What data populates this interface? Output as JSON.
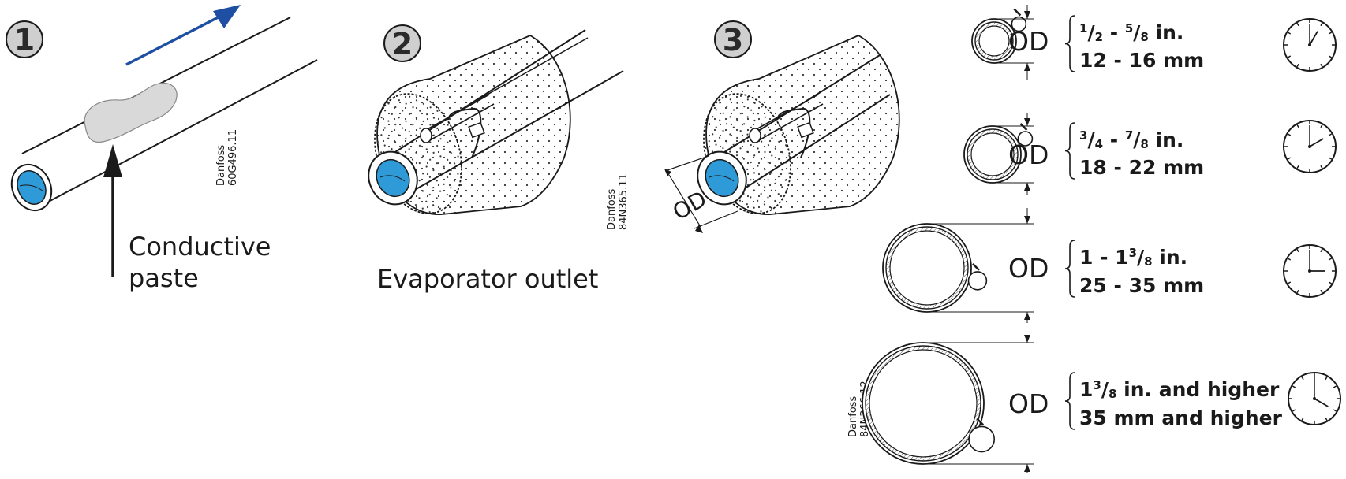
{
  "colors": {
    "accent_arrow": "#1e4fa3",
    "refrigerant": "#2f9ad8",
    "paste": "#d9d9d9",
    "step_circle": "#cfcfcf"
  },
  "steps": [
    {
      "number": "1",
      "caption_line1": "Conductive",
      "caption_line2": "paste",
      "code_line1": "Danfoss",
      "code_line2": "60G496.11"
    },
    {
      "number": "2",
      "caption": "Evaporator outlet",
      "code_line1": "Danfoss",
      "code_line2": "84N365.11"
    },
    {
      "number": "3",
      "od_label": "OD",
      "code_line1": "Danfoss",
      "code_line2": "84N366.12"
    }
  ],
  "sizes": [
    {
      "od": "OD",
      "in_whole": "",
      "in_a_num": "1",
      "in_a_den": "2",
      "in_sep": " - ",
      "in_b_whole": "",
      "in_b_num": "5",
      "in_b_den": "8",
      "in_suffix": " in.",
      "mm": "12 - 16 mm",
      "clock_hour": 1
    },
    {
      "od": "OD",
      "in_whole": "",
      "in_a_num": "3",
      "in_a_den": "4",
      "in_sep": " - ",
      "in_b_whole": "",
      "in_b_num": "7",
      "in_b_den": "8",
      "in_suffix": " in.",
      "mm": "18 - 22 mm",
      "clock_hour": 2
    },
    {
      "od": "OD",
      "in_whole": "",
      "in_a_num": "",
      "in_a_den": "",
      "in_sep": "",
      "in_b_whole": "1 - 1",
      "in_b_num": "3",
      "in_b_den": "8",
      "in_suffix": " in.",
      "mm": "25 - 35 mm",
      "clock_hour": 3
    },
    {
      "od": "OD",
      "in_whole": "",
      "in_a_num": "",
      "in_a_den": "",
      "in_sep": "",
      "in_b_whole": "1",
      "in_b_num": "3",
      "in_b_den": "8",
      "in_suffix": " in. and higher",
      "mm": "35 mm and higher",
      "clock_hour": 4
    }
  ],
  "icons": [
    "pipe-icon",
    "insulated-pipe-icon",
    "clamp-section-icon",
    "clock-icon",
    "brace-icon"
  ]
}
